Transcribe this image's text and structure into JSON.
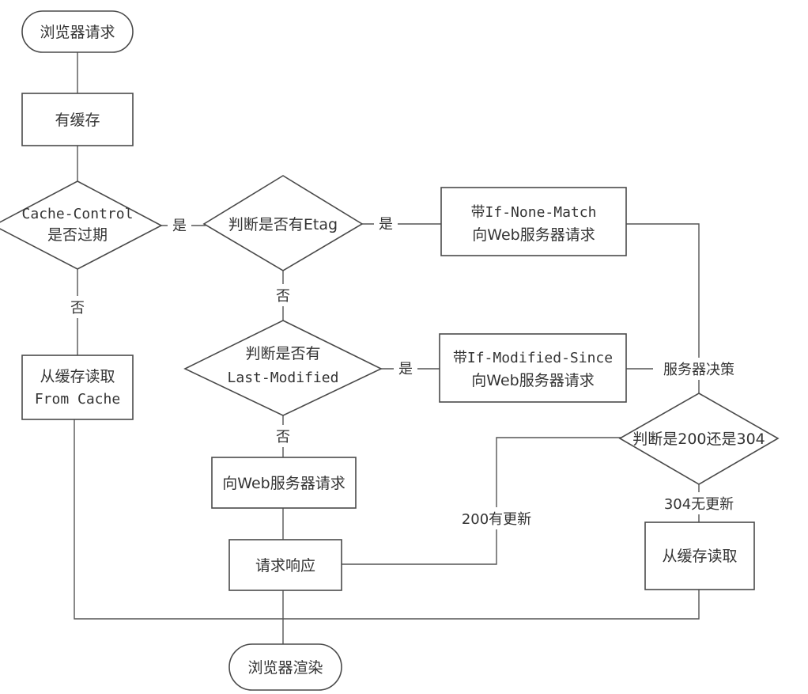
{
  "nodes": {
    "browser_request": "浏览器请求",
    "has_cache": "有缓存",
    "cache_control_1": "Cache-Control",
    "cache_control_2": "是否过期",
    "etag_check": "判断是否有Etag",
    "if_none_match_1": "带If-None-Match",
    "if_none_match_2": "向Web服务器请求",
    "read_cache_1": "从缓存读取",
    "read_cache_2": "From Cache",
    "last_modified_1": "判断是否有",
    "last_modified_2": "Last-Modified",
    "if_modified_since_1": "带If-Modified-Since",
    "if_modified_since_2": "向Web服务器请求",
    "server_request": "向Web服务器请求",
    "status_check": "判断是200还是304",
    "response": "请求响应",
    "read_cache_304": "从缓存读取",
    "browser_render": "浏览器渲染"
  },
  "edges": {
    "yes_1": "是",
    "yes_2": "是",
    "yes_3": "是",
    "no_1": "否",
    "no_2": "否",
    "no_3": "否",
    "server_decision": "服务器决策",
    "updated_200": "200有更新",
    "not_modified_304": "304无更新"
  }
}
